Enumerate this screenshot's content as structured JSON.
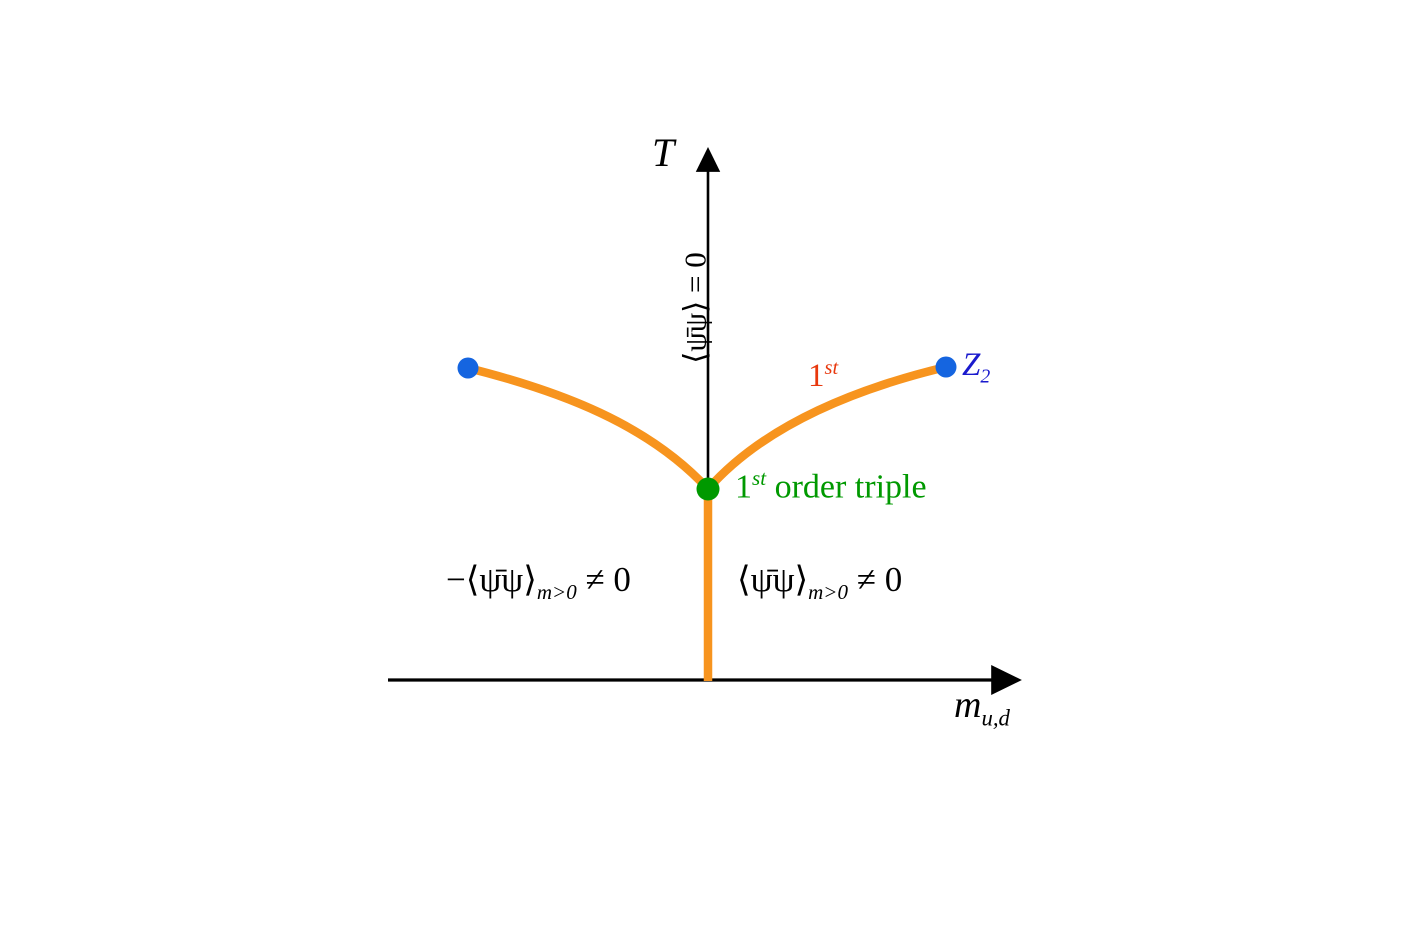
{
  "figure": {
    "kind": "phase-diagram",
    "title": "Columbia-plot style QCD phase diagram in the quark mass - temperature plane",
    "background_color": "#ffffff"
  },
  "axes": {
    "y_axis": {
      "label": "T",
      "name": "temperature-axis",
      "arrow": true,
      "color": "#000000"
    },
    "x_axis": {
      "label_base": "m",
      "label_sub": "u,d",
      "name": "quark-mass-axis",
      "arrow": true,
      "color": "#000000"
    }
  },
  "annotations": {
    "chiral_restored": {
      "text": "⟨ψ̄ψ⟩ = 0",
      "rotation_deg": -90,
      "color": "#000000"
    },
    "first_order_curve": {
      "base": "1",
      "sup": "st",
      "color": "#E8380D"
    },
    "z2_endpoint": {
      "base": "Z",
      "sub": "2",
      "color": "#1A1ACD"
    },
    "triple_point": {
      "base": "1",
      "sup": "st",
      "rest": " order triple",
      "color": "#009900"
    },
    "condensate_left": {
      "text": "−⟨ψ̄ψ⟩",
      "sub": "m>0",
      "tail": "≠ 0",
      "color": "#000000"
    },
    "condensate_right": {
      "text": "⟨ψ̄ψ⟩",
      "sub": "m>0",
      "tail": "≠ 0",
      "color": "#000000"
    }
  },
  "markers": {
    "triple_point_dot": {
      "name": "triple-point",
      "color": "#009900",
      "x": 708,
      "y": 489,
      "r": 11
    },
    "z2_dot_left": {
      "name": "z2-critical-endpoint-left",
      "color": "#1565E0",
      "x": 468,
      "y": 368,
      "r": 10
    },
    "z2_dot_right": {
      "name": "z2-critical-endpoint-right",
      "color": "#1565E0",
      "x": 946,
      "y": 367,
      "r": 10
    }
  },
  "chart_data": {
    "type": "line",
    "title": "QCD phase diagram: first-order transition lines",
    "xlabel": "m_{u,d}",
    "ylabel": "T",
    "grid": false,
    "legend": "none",
    "xlim": [
      388,
      1020
    ],
    "ylim": [
      680,
      150
    ],
    "series": [
      {
        "name": "first-order line (left branch)",
        "color": "#F7941E",
        "width": 8,
        "points": [
          [
            468,
            368
          ],
          [
            540,
            386
          ],
          [
            600,
            407
          ],
          [
            650,
            432
          ],
          [
            685,
            460
          ],
          [
            704,
            482
          ],
          [
            708,
            489
          ]
        ]
      },
      {
        "name": "first-order line (right branch)",
        "color": "#F7941E",
        "width": 8,
        "points": [
          [
            708,
            489
          ],
          [
            713,
            481
          ],
          [
            732,
            458
          ],
          [
            768,
            430
          ],
          [
            820,
            405
          ],
          [
            880,
            384
          ],
          [
            946,
            367
          ]
        ]
      },
      {
        "name": "first-order line (vertical, m=0 axis)",
        "color": "#F7941E",
        "width": 8,
        "points": [
          [
            708,
            489
          ],
          [
            708,
            680
          ]
        ]
      }
    ]
  },
  "geometry": {
    "x_axis_line": {
      "x1": 388,
      "y1": 680,
      "x2": 1005,
      "y2": 680
    },
    "y_axis_line": {
      "x1": 708,
      "y1": 470,
      "x2": 708,
      "y2": 160
    }
  }
}
